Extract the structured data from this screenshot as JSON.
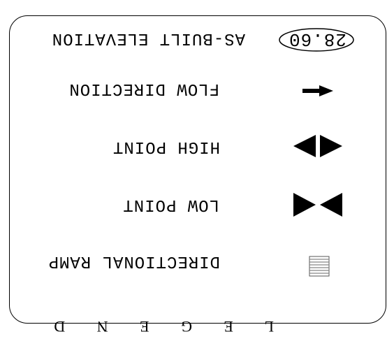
{
  "legend": {
    "title": "L E G E N D",
    "items": [
      {
        "symbol": "oval-label",
        "symbol_text": "28.60",
        "label": "AS-BUILT ELEVATION"
      },
      {
        "symbol": "arrow-left-icon",
        "label": "FLOW DIRECTION"
      },
      {
        "symbol": "diamond-icon",
        "label": "HIGH POINT"
      },
      {
        "symbol": "bowtie-icon",
        "label": "LOW POINT"
      },
      {
        "symbol": "hatched-square-icon",
        "label": "DIRECTIONAL RAMP"
      }
    ]
  }
}
